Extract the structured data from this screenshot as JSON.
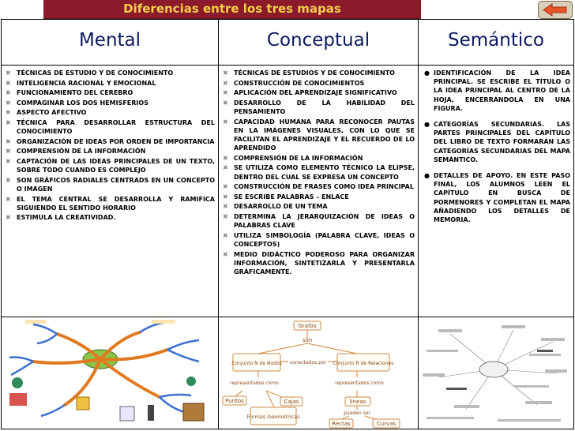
{
  "slide": {
    "title": "Diferencias entre los tres mapas"
  },
  "navigation": {
    "back_icon": "left-arrow-icon"
  },
  "columns": [
    {
      "heading": "Mental",
      "bullet_icon": "cross-bullet-icon",
      "items": [
        "TÉCNICAS DE ESTUDIO Y DE CONOCIMIENTO",
        "INTELIGENCIA RACIONAL Y EMOCIONAL",
        "FUNCIONAMIENTO DEL CEREBRO",
        "COMPAGINAR LOS DOS HEMISFERIOS",
        "ASPECTO AFECTIVO",
        "TÉCNICA PARA DESARROLLAR ESTRUCTURA DEL CONOCIMIENTO",
        "ORGANIZACIÓN DE IDEAS POR ORDEN DE IMPORTANCIA",
        "COMPRENSIÓN DE LA INFORMACIÓN",
        "CAPTACIÓN DE LAS IDEAS PRINCIPALES DE UN TEXTO, SOBRE TODO CUANDO ES COMPLEJO",
        "SON GRÁFICOS RADIALES CENTRADS EN UN CONCEPTO O IMAGEN",
        "EL TEMA CENTRAL SE DESARROLLA Y RAMIFICA SIGUIENDO EL SENTIDO HORARIO",
        "ESTIMULA LA CREATIVIDAD."
      ]
    },
    {
      "heading": "Conceptual",
      "bullet_icon": "cross-bullet-icon",
      "items": [
        "TÉCNICAS DE ESTUDIOS Y DE CONOCIMIENTO",
        "CONSTRUCCIÓN DE CONOCIMIENTOS",
        "APLICACIÓN DEL APRENDIZAJE SIGNIFICATIVO",
        "DESARROLLO DE LA HABILIDAD DEL PENSAMIENTO",
        "CAPACIDAD HUMANA PARA RECONOCER PAUTAS EN LA IMÁGENES VISUALES, CON LO QUE SE FACILITAN EL APRENDIZAJE Y EL RECUERDO DE LO APRENDIDO",
        "COMPRENSIÓN DE LA INFORMACIÓN",
        "SE UTILIZA COMO ELEMENTO TÉCNICO LA ELIPSE, DENTRO DEL CUAL SE EXPRESA UN CONCEPTO",
        "CONSTRUCCIÓN DE FRASES COMO IDEA PRINCIPAL",
        "SE ESCRIBE PALABRAS – ENLACE",
        "DESARROLLO DE UN TEMA",
        "DETERMINA LA JERARQUIZACIÓN DE IDEAS O PALABRAS CLAVE",
        "UTILIZA SIMBOLOGÍA (PALABRA CLAVE, IDEAS O CONCEPTOS)",
        "MEDIO DIDÁCTICO PODEROSO PARA ORGANIZAR INFORMACIÓN, SINTETIZARLA Y PRESENTARLA GRÁFICAMENTE."
      ]
    },
    {
      "heading": "Semántico",
      "bullet_icon": "dot-bullet-icon",
      "items": [
        "IDENTIFICACIÓN DE LA IDEA PRINCIPAL. SE ESCRIBE EL TÍTULO O LA IDEA PRINCIPAL AL CENTRO DE LA HOJA, ENCERRÁNDOLA EN UNA FIGURA.",
        "CATEGORÍAS SECUNDARIAS. LAS PARTES PRINCIPALES DEL CAPÍTULO DEL LIBRO DE TEXTO FORMARÁN LAS CATEGORÍAS SECUNDARIAS DEL MAPA SEMÁNTICO.",
        "DETALLES DE APOYO. EN ESTE PASO FINAL, LOS ALUMNOS LEEN EL CAPÍTULO EN BUSCA DE PORMENORES Y COMPLETAN EL MAPA AÑADIENDO LOS DETALLES DE MEMORIA."
      ]
    }
  ],
  "concept_map_example": {
    "nodes": {
      "grafos": "Grafos",
      "son": "son",
      "conjunto_nodos": "Conjunto N de Nodos",
      "conectados_por": "conectados por",
      "conjunto_relaciones": "Conjunto R de Relaciones",
      "representados_como_1": "representados como",
      "representados_como_2": "representados como",
      "puntos": "Puntos",
      "cajas": "Cajas",
      "lineas": "líneas",
      "formas_geometricas": "Formas Geométricas",
      "pueden_ser": "pueden ser",
      "rectas": "Rectas",
      "curvas": "Curvas"
    }
  }
}
